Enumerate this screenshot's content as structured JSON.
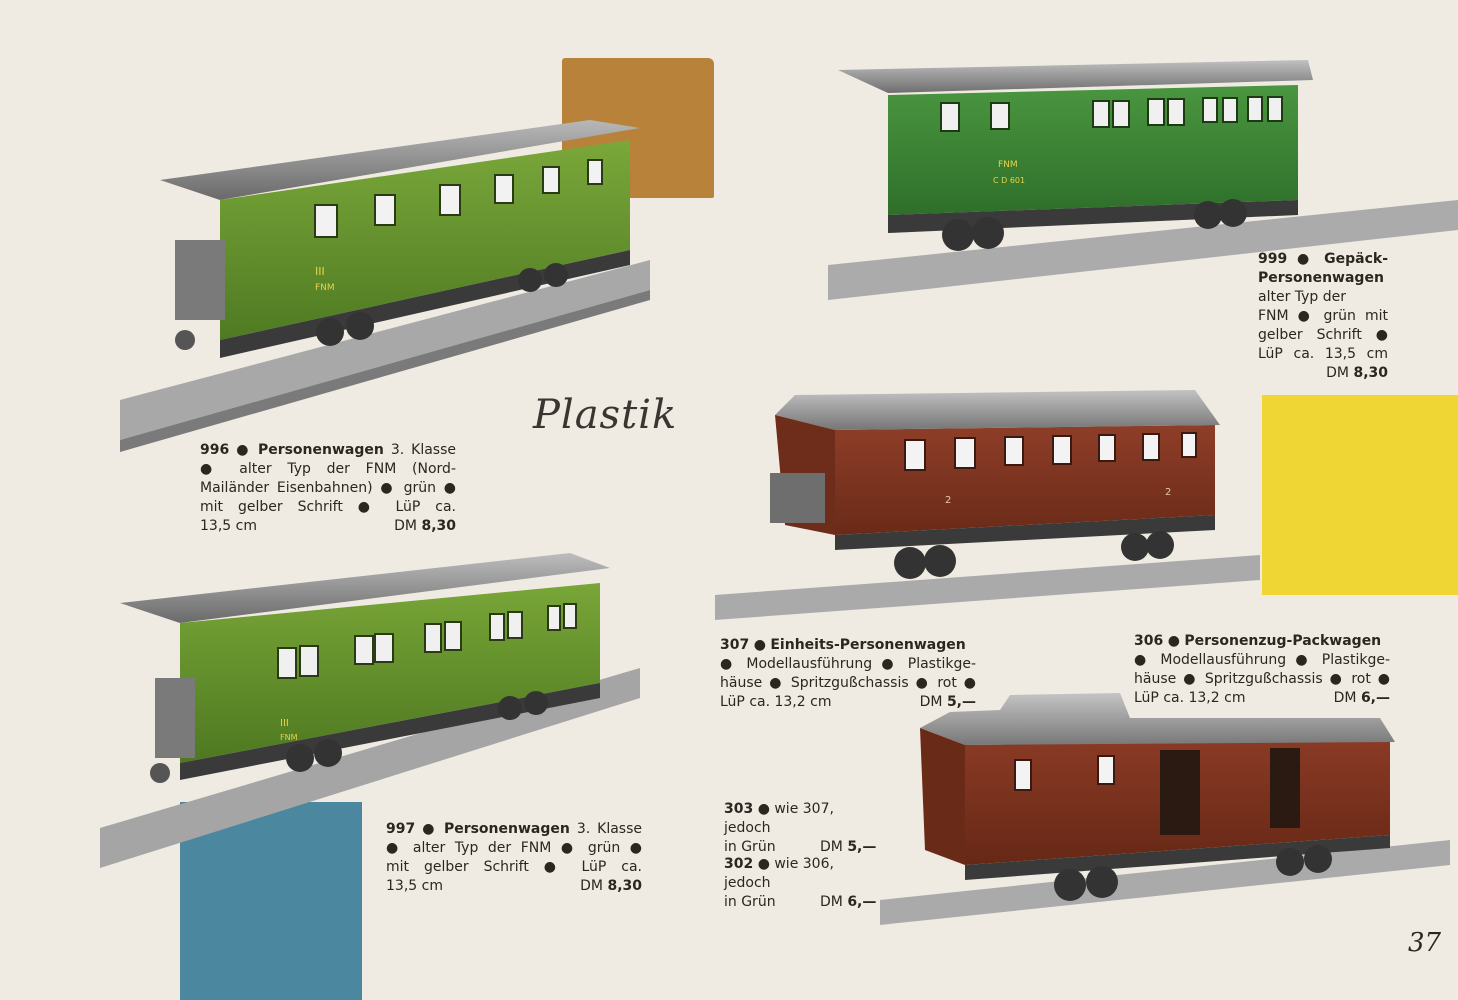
{
  "heading": "Plastik",
  "page_number": "37",
  "colors": {
    "paper": "#efebe3",
    "ochre": "#b8823a",
    "yellow": "#f0d634",
    "blue": "#4c87a0",
    "green": "#5f8f2e",
    "red_brown": "#7a3422",
    "roof": "#8e8e8e"
  },
  "products": [
    {
      "number": "996",
      "name": "Personenwagen",
      "lines": [
        "3. Klasse",
        "● alter Typ der FNM (Nord-",
        "Mailänder Eisenbahnen) ● grün ●",
        "mit gelber Schrift ● LüP ca.",
        "13,5 cm"
      ],
      "price_prefix": "DM",
      "price_value": "8,30"
    },
    {
      "number": "997",
      "name": "Personenwagen",
      "lines": [
        "3. Klasse",
        "● alter Typ der FNM ● grün ●",
        "mit gelber Schrift ● LüP ca.",
        "13,5 cm"
      ],
      "price_prefix": "DM",
      "price_value": "8,30"
    },
    {
      "number": "999",
      "name": "Gepäck-",
      "name2": "Personenwagen",
      "lines": [
        "alter Typ der",
        "FNM ● grün mit",
        "gelber Schrift ●",
        "LüP ca. 13,5 cm"
      ],
      "price_prefix": "DM",
      "price_value": "8,30"
    },
    {
      "number": "307",
      "name": "Einheits-Personenwagen",
      "lines": [
        "● Modellausführung ● Plastikge-",
        "häuse ● Spritzgußchassis ● rot ●",
        "LüP ca. 13,2 cm"
      ],
      "price_prefix": "DM",
      "price_value": "5,—"
    },
    {
      "number": "306",
      "name": "Personenzug-Packwagen",
      "lines": [
        "● Modellausführung ● Plastikge-",
        "häuse ● Spritzgußchassis ● rot ●",
        "LüP ca. 13,2 cm"
      ],
      "price_prefix": "DM",
      "price_value": "6,—"
    },
    {
      "number": "303",
      "lines": [
        "wie 307, jedoch",
        "in Grün"
      ],
      "price_prefix": "DM",
      "price_value": "5,—"
    },
    {
      "number": "302",
      "lines": [
        "wie 306, jedoch",
        "in Grün"
      ],
      "price_prefix": "DM",
      "price_value": "6,—"
    }
  ],
  "markings": {
    "class_3": "III",
    "fnm": "FNM",
    "cd_code": "C D 601",
    "class_2": "2"
  }
}
